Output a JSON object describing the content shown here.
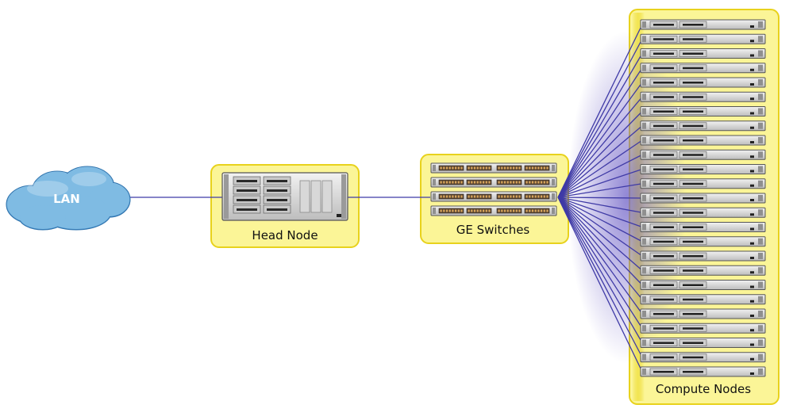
{
  "diagram": {
    "lan_label": "LAN",
    "head_node_label": "Head Node",
    "switches_label": "GE Switches",
    "compute_nodes_label": "Compute Nodes",
    "switch_count": 4,
    "compute_node_count": 25,
    "colors": {
      "group_fill": "#fbf597",
      "group_stroke": "#e8d21c",
      "link": "#3f3aa6",
      "cloud": "#5aa2d6",
      "chassis": "#dcdcdc"
    }
  }
}
